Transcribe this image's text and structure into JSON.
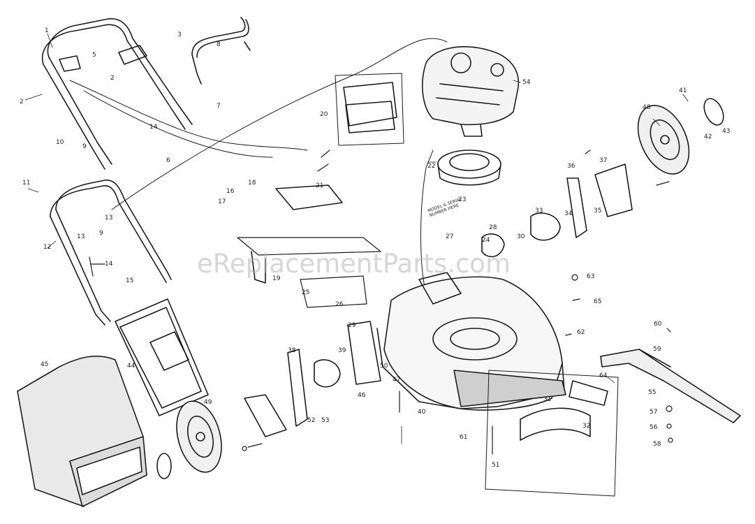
{
  "watermark": "eReplacementParts.com",
  "engine_note": [
    "MODEL & SERIAL",
    "NUMBER HERE"
  ],
  "colors": {
    "ink": "#1b1b1b",
    "watermark": "#b4b4b4",
    "background": "#ffffff"
  },
  "callouts": {
    "c1": "1",
    "c2": "2",
    "c2b": "2",
    "c3": "3",
    "c5": "5",
    "c6": "6",
    "c7": "7",
    "c8": "8",
    "c9": "9",
    "c9b": "9",
    "c10": "10",
    "c11": "11",
    "c12": "12",
    "c13": "13",
    "c13b": "13",
    "c14": "14",
    "c14b": "14",
    "c15": "15",
    "c16": "16",
    "c17": "17",
    "c18": "18",
    "c19": "19",
    "c20": "20",
    "c21": "21",
    "c22": "22",
    "c23": "23",
    "c24": "24",
    "c25": "25",
    "c26": "26",
    "c27": "27",
    "c28": "28",
    "c29": "29",
    "c30": "30",
    "c31": "31",
    "c32": "32",
    "c33": "33",
    "c34": "34",
    "c35": "35",
    "c36": "36",
    "c37": "37",
    "c38": "38",
    "c39": "39",
    "c40": "40",
    "c41": "41",
    "c42": "42",
    "c43": "43",
    "c44": "44",
    "c45": "45",
    "c46": "46",
    "c47": "47",
    "c48": "48",
    "c49": "49",
    "c50": "50",
    "c51": "51",
    "c52": "52",
    "c53": "53",
    "c54": "54",
    "c55": "55",
    "c56": "56",
    "c57": "57",
    "c58": "58",
    "c59": "59",
    "c60": "60",
    "c61": "61",
    "c62": "62",
    "c63": "63",
    "c64": "64",
    "c65": "65"
  }
}
